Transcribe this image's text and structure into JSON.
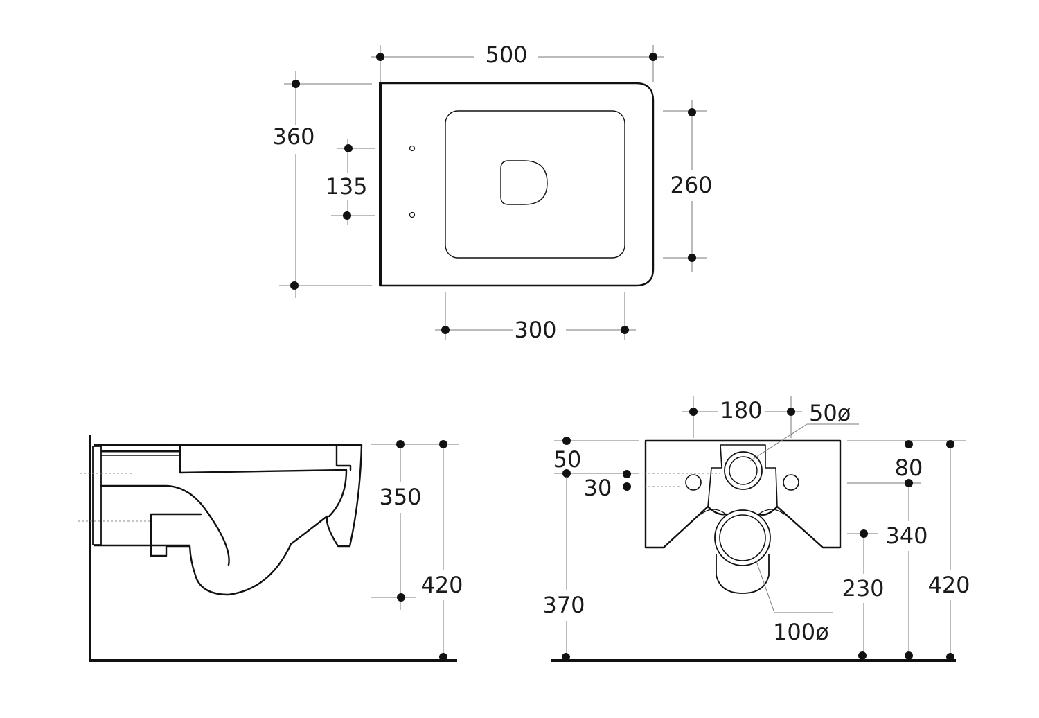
{
  "colors": {
    "line": "#111111",
    "dimension_line": "#7a7a7a",
    "background": "#ffffff"
  },
  "top_view": {
    "overall_width": "500",
    "overall_depth": "360",
    "fixing_hole_spacing": "135",
    "bowl_opening_depth": "260",
    "bowl_opening_width": "300"
  },
  "side_view": {
    "rim_to_bottom": "350",
    "rim_height": "420"
  },
  "rear_view": {
    "bolt_spacing": "180",
    "inlet_diameter": "50ø",
    "inlet_from_top": "50",
    "bolt_offset": "30",
    "outlet_from_top": "80",
    "inlet_height": "370",
    "outlet_height": "340",
    "outlet_center_height": "230",
    "overall_height": "420",
    "outlet_diameter": "100ø"
  }
}
